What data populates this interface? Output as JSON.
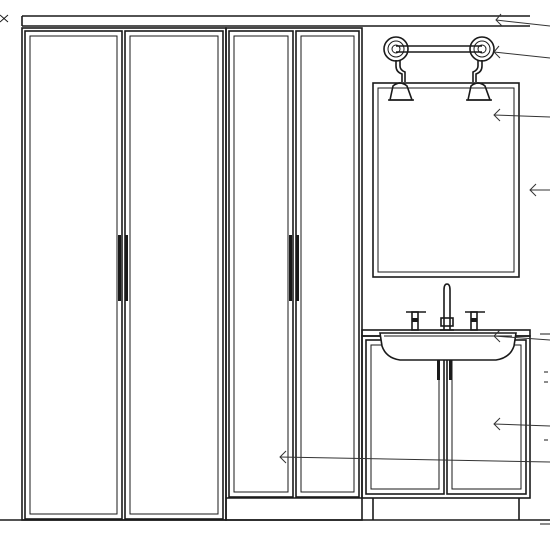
{
  "drawing": {
    "type": "elevation",
    "line_color": "#1a1a1a",
    "background": "#ffffff",
    "tall_cabinets": {
      "count": 2,
      "doors_each": 2,
      "handle": "vertical-bar-pull"
    },
    "vanity": {
      "doors": 2,
      "sink": "undermount-basin",
      "faucet": "widespread",
      "handle": "vertical-bar-pull"
    },
    "mirror": {
      "shape": "rectangle",
      "framed": true
    },
    "sconce": {
      "count": 2,
      "type": "bar-mounted-shades"
    },
    "callout_arrows": 7
  }
}
